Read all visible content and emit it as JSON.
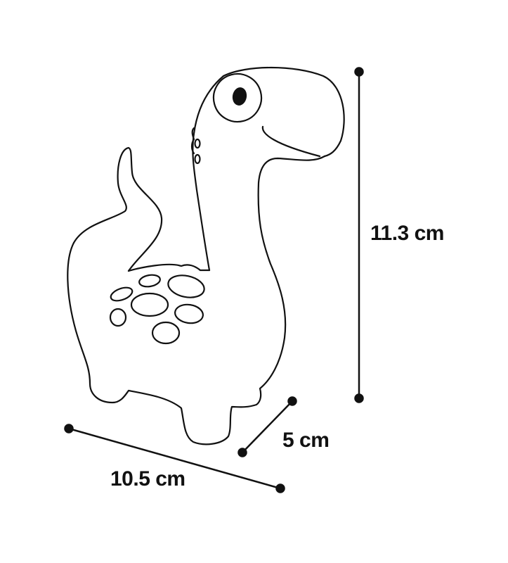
{
  "product": {
    "subject": "dinosaur toy outline drawing",
    "line_color": "#111111",
    "background": "#ffffff"
  },
  "dimensions": {
    "height": {
      "label": "11.3 cm"
    },
    "width": {
      "label": "10.5 cm"
    },
    "depth": {
      "label": "5 cm"
    }
  }
}
